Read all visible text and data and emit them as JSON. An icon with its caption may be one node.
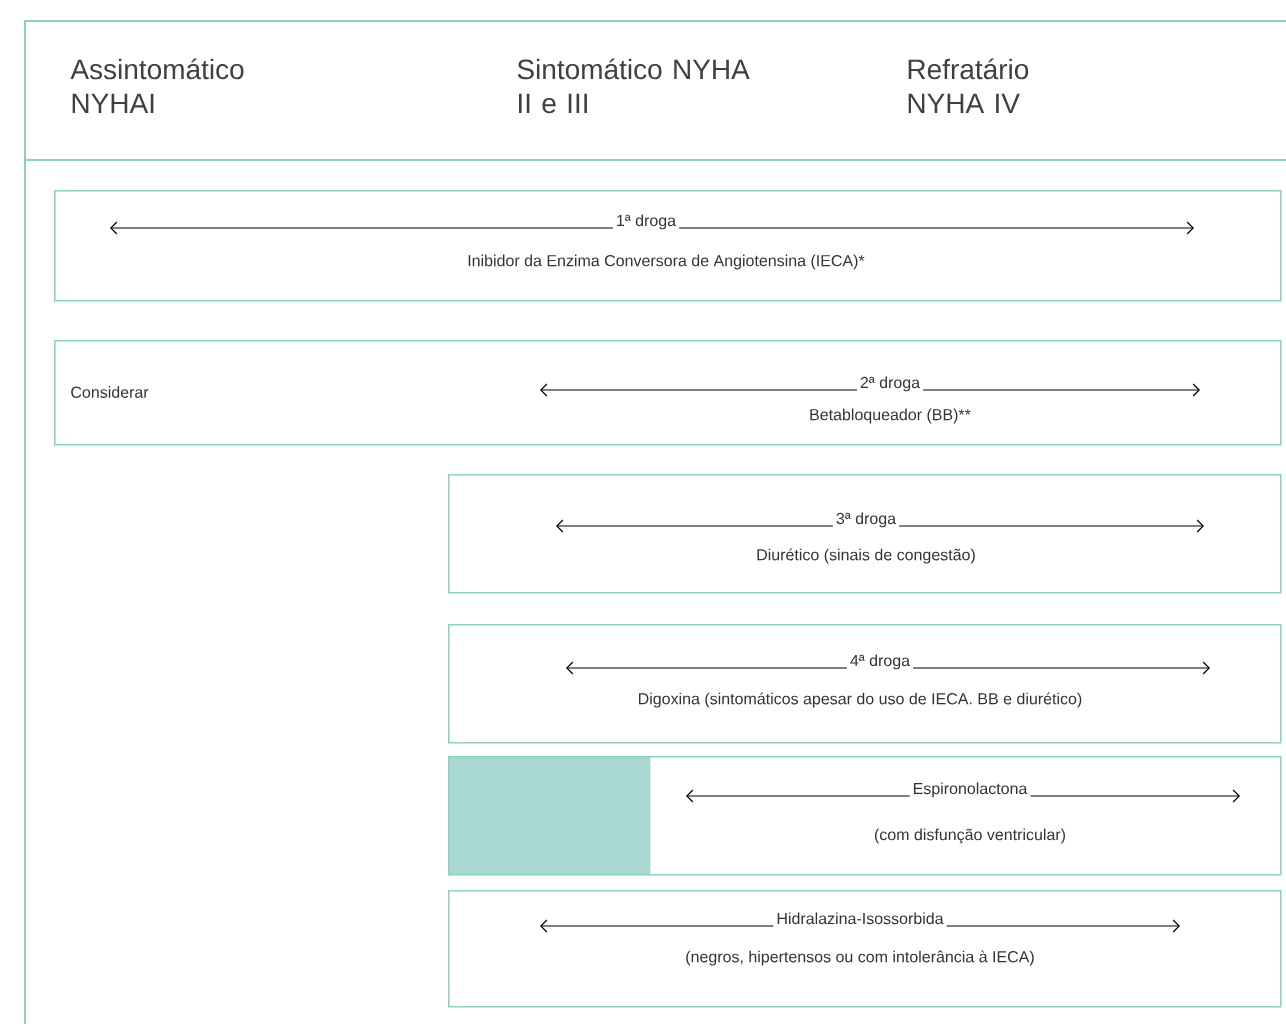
{
  "diagram": {
    "nodes": [
      {
        "text": [
          "Assintomático NYHAI",
          "Sintomático NYHA II e III",
          "Refratário NYHA IV"
        ]
      },
      {
        "text": [
          "1ª droga",
          "Inibidor da Enzima Conversora de Angiotensina (IECA)*"
        ],
        "in": 0
      },
      {
        "text": [
          "Considerar",
          "2ª droga",
          "Betabloqueador (BB)**"
        ],
        "in": 0
      },
      {
        "text": [
          "3ª droga",
          "Diurético (sinais de congestão)"
        ],
        "in": 0
      },
      {
        "text": [
          "4ª droga",
          "Digoxina (sintomáticos apesar do uso de IECA. BB e diurético)"
        ],
        "in": 0
      },
      {
        "text": [
          "Espironolactona",
          "(com disfunção ventricular)"
        ],
        "in": 0
      },
      {
        "text": [
          "Hidralazina-Isossorbida",
          "(negros, hipertensos ou com intolerância à IECA)"
        ],
        "in": 0
      },
      {
        "text": [],
        "shape": "box",
        "in": 5
      }
    ]
  }
}
